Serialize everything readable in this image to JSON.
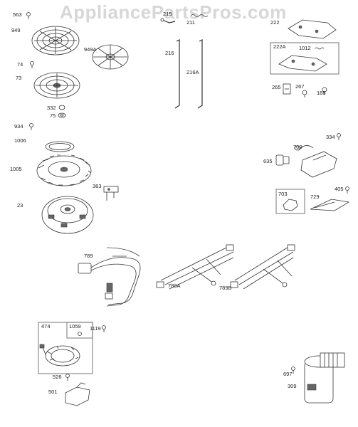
{
  "watermark": "AppliancePartsPros.com",
  "labels": {
    "563": "563",
    "949": "949",
    "949A": "949A",
    "74": "74",
    "73": "73",
    "332": "332",
    "75": "75",
    "934": "934",
    "1006": "1006",
    "1005": "1005",
    "363": "363",
    "23": "23",
    "215": "215",
    "211": "211",
    "216": "216",
    "216A": "216A",
    "222": "222",
    "222A": "222A",
    "1012": "1012",
    "265": "265",
    "267": "267",
    "188": "188",
    "334": "334",
    "700": "700",
    "635": "635",
    "405": "405",
    "703": "703",
    "729": "729",
    "789": "789",
    "789A": "789A",
    "789B": "789B",
    "474": "474",
    "1059": "1059",
    "1119": "1119",
    "526": "526",
    "501": "501",
    "697": "697",
    "309": "309"
  }
}
